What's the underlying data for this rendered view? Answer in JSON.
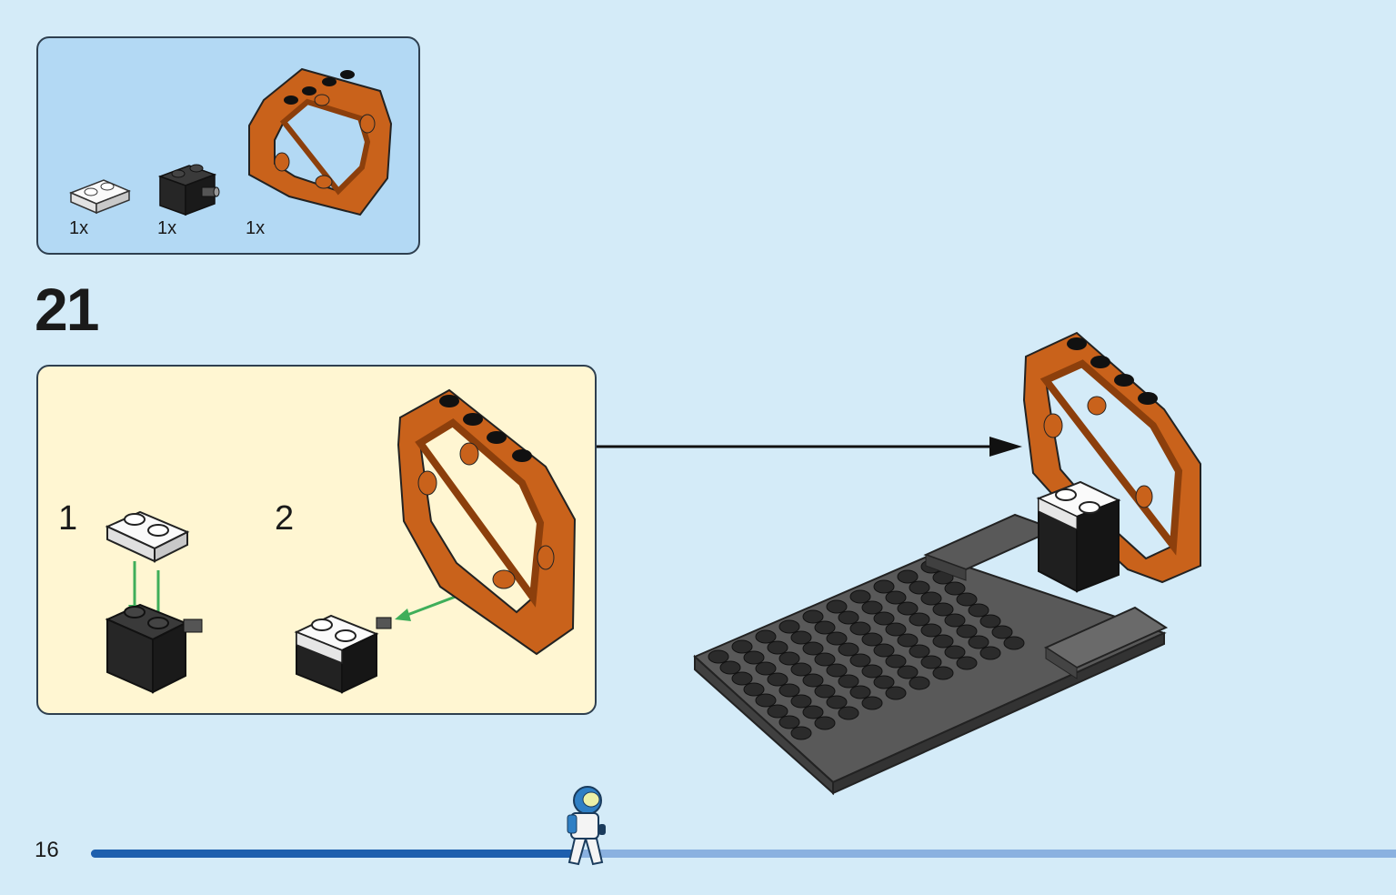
{
  "page": {
    "number": "16"
  },
  "parts_list": {
    "items": [
      {
        "name": "white-plate-1x2",
        "quantity": "1x"
      },
      {
        "name": "black-brick-with-pin",
        "quantity": "1x"
      },
      {
        "name": "orange-octagonal-frame",
        "quantity": "1x"
      }
    ]
  },
  "step": {
    "number": "21"
  },
  "sub_steps": [
    {
      "number": "1"
    },
    {
      "number": "2"
    }
  ],
  "progress": {
    "fraction": 0.37
  },
  "colors": {
    "background": "#d4ebf8",
    "parts_box": "#b3d9f4",
    "sub_step_box": "#fff6d2",
    "orange": "#c9621b",
    "progress_done": "#1d5fae",
    "progress_todo": "#8ab1e0",
    "green_arrow": "#3fae5a"
  }
}
